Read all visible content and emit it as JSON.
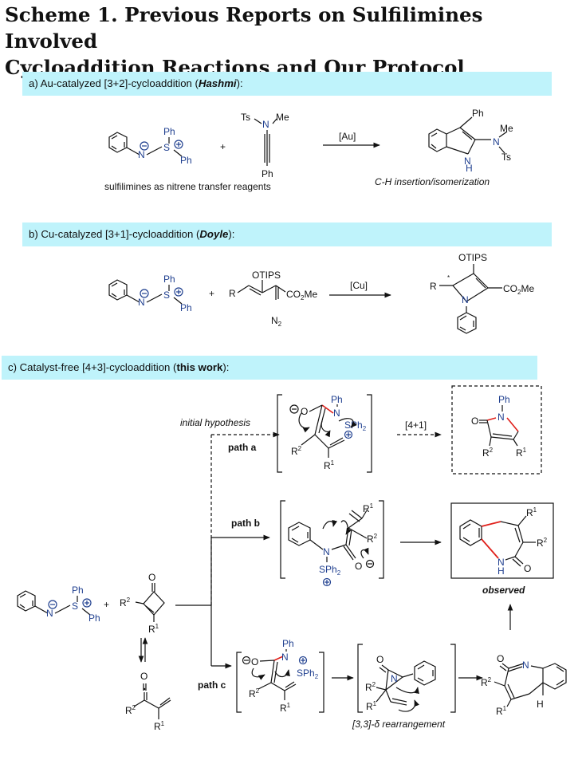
{
  "title_line1": "Scheme 1. Previous Reports on Sulfilimines Involved",
  "title_line2": "Cycloaddition Reactions and Our Protocol",
  "section_a": {
    "prefix": "a) Au-catalyzed [3+2]-cycloaddition (",
    "author": "Hashmi",
    "suffix": "):",
    "reagent_caption": "sulfilimines as nitrene transfer reagents",
    "conditions": "[Au]",
    "product_caption": "C-H insertion/isomerization"
  },
  "section_b": {
    "prefix": "b) Cu-catalyzed [3+1]-cycloaddition (",
    "author": "Doyle",
    "suffix": "):",
    "conditions": "[Cu]"
  },
  "section_c": {
    "prefix": "c) Catalyst-free [4+3]-cycloaddition (",
    "highlight": "this work",
    "suffix": "):",
    "initial_hypothesis": "initial hypothesis",
    "path_a": "path a",
    "path_b": "path b",
    "path_c": "path c",
    "path_a_conditions": "[4+1]",
    "observed": "observed",
    "rearrangement": "[3,3]-δ rearrangement"
  },
  "labels": {
    "Ph": "Ph",
    "Me": "Me",
    "Ts": "Ts",
    "N": "N",
    "S": "S",
    "O": "O",
    "H": "H",
    "NH": "N",
    "OTIPS": "OTIPS",
    "CO2Me": "CO",
    "Me2": "Me",
    "N2": "N",
    "R": "R",
    "SPh2": "SPh",
    "plus": "+",
    "R1": "R",
    "R2": "R"
  },
  "colors": {
    "band": "#bff3fb",
    "heteroatom": "#1f3f8f",
    "new_bond": "#e0201b"
  }
}
